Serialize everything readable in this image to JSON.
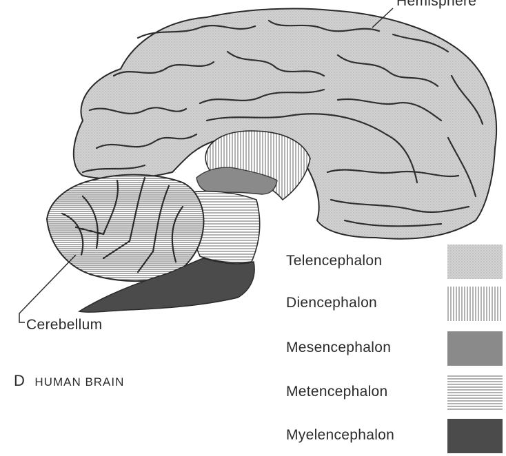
{
  "figure": {
    "panel_letter": "D",
    "panel_title": "HUMAN BRAIN"
  },
  "labels": {
    "hemisphere": "Hemisphere",
    "cerebellum": "Cerebellum"
  },
  "legend": [
    {
      "label": "Telencephalon",
      "pattern": "stipple",
      "color": "#cfcfcf"
    },
    {
      "label": "Diencephalon",
      "pattern": "vertical-lines",
      "color": "#ffffff"
    },
    {
      "label": "Mesencephalon",
      "pattern": "solid",
      "color": "#8c8c8c"
    },
    {
      "label": "Metencephalon",
      "pattern": "horizontal-lines",
      "color": "#ffffff"
    },
    {
      "label": "Myelencephalon",
      "pattern": "solid",
      "color": "#4d4d4d"
    }
  ]
}
